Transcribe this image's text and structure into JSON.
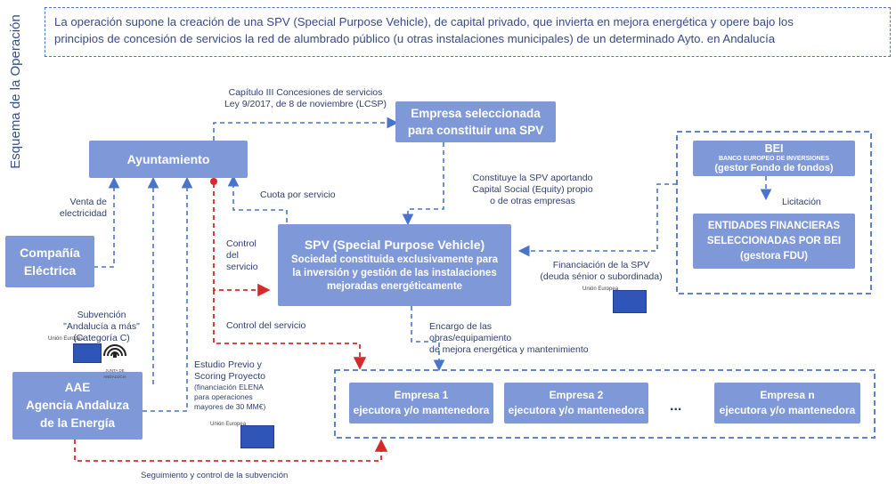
{
  "side_title": "Esquema de la Operación",
  "intro": {
    "line1": "La operación supone la creación de una SPV (Special Purpose Vehicle), de capital privado, que invierta en mejora energética y opere bajo los",
    "line2": "principios de concesión de servicios la red de alumbrado público (u otras instalaciones municipales) de un determinado Ayto. en Andalucía"
  },
  "boxes": {
    "ayuntamiento": "Ayuntamiento",
    "empresa_sel_1": "Empresa seleccionada",
    "empresa_sel_2": "para constituir una SPV",
    "compania_1": "Compañía",
    "compania_2": "Eléctrica",
    "spv_title": "SPV (Special Purpose Vehicle)",
    "spv_l1": "Sociedad constituida exclusivamente para",
    "spv_l2": "la inversión y gestión de las instalaciones",
    "spv_l3": "mejoradas energéticamente",
    "bei_title": "BEI",
    "bei_l1": "BANCO EUROPEO DE INVERSIONES",
    "bei_l2": "(gestor Fondo de fondos)",
    "ent_l1": "ENTIDADES FINANCIERAS",
    "ent_l2": "SELECCIONADAS POR BEI",
    "ent_l3": "(gestora FDU)",
    "aae_l1": "AAE",
    "aae_l2": "Agencia Andaluza",
    "aae_l3": "de la Energía",
    "emp1_title": "Empresa 1",
    "emp1_sub": "ejecutora y/o mantenedora",
    "emp2_title": "Empresa 2",
    "emp2_sub": "ejecutora y/o mantenedora",
    "empn_title": "Empresa n",
    "empn_sub": "ejecutora y/o mantenedora",
    "ellipsis": "..."
  },
  "labels": {
    "capitulo_1": "Capítulo III Concesiones de servicios",
    "capitulo_2": "Ley 9/2017, de 8 de noviembre (LCSP)",
    "constituye_1": "Constituye la SPV aportando",
    "constituye_2": "Capital Social (Equity) propio",
    "constituye_3": "o de otras empresas",
    "licitacion": "Licitación",
    "cuota": "Cuota por servicio",
    "venta_1": "Venta de",
    "venta_2": "electricidad",
    "control_1": "Control",
    "control_2": "del",
    "control_3": "servicio",
    "control_del_servicio": "Control del servicio",
    "financiacion_1": "Financiación de la SPV",
    "financiacion_2": "(deuda sénior o subordinada)",
    "subvencion_1": "Subvención",
    "subvencion_2": "\"Andalucía a más\"",
    "subvencion_3": "(Categoría C)",
    "encargo_1": "Encargo de las",
    "encargo_2": "obras/equipamiento",
    "encargo_3": "de mejora energética y mantenimiento",
    "estudio_1": "Estudio Previo y",
    "estudio_2": "Scoring Proyecto",
    "estudio_3": "(financiación ELENA",
    "estudio_4": "para operaciones",
    "estudio_5": "mayores de 30 MM€)",
    "seguimiento": "Seguimiento y control de la subvención"
  },
  "flags": {
    "union_europea": "Unión Europea",
    "junta": "JUNTA DE ANDALUCIA"
  },
  "colors": {
    "box_fill": "#7f99d8",
    "blue_dash": "#4a74c9",
    "red_dash": "#d42a2a"
  }
}
